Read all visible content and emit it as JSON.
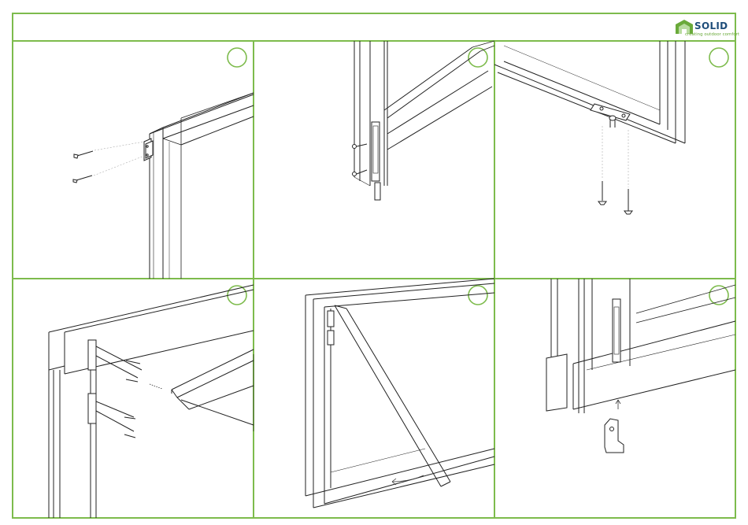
{
  "brand": {
    "name": "SOLID",
    "tagline": "creating outdoor comfort",
    "colors": {
      "green": "#6aaa3a",
      "blue": "#1f4e7a"
    }
  },
  "frame_color": "#7dbb4c",
  "steps": [
    {
      "number": "",
      "action": "screw-hinge-to-post"
    },
    {
      "number": "",
      "action": "screw-hinge-to-door"
    },
    {
      "number": "",
      "action": "screw-bracket-under-frame"
    },
    {
      "number": "",
      "action": "mount-door-panel-to-hinges"
    },
    {
      "number": "",
      "action": "swing-door-into-frame"
    },
    {
      "number": "",
      "action": "insert-bottom-pin-holder"
    }
  ]
}
